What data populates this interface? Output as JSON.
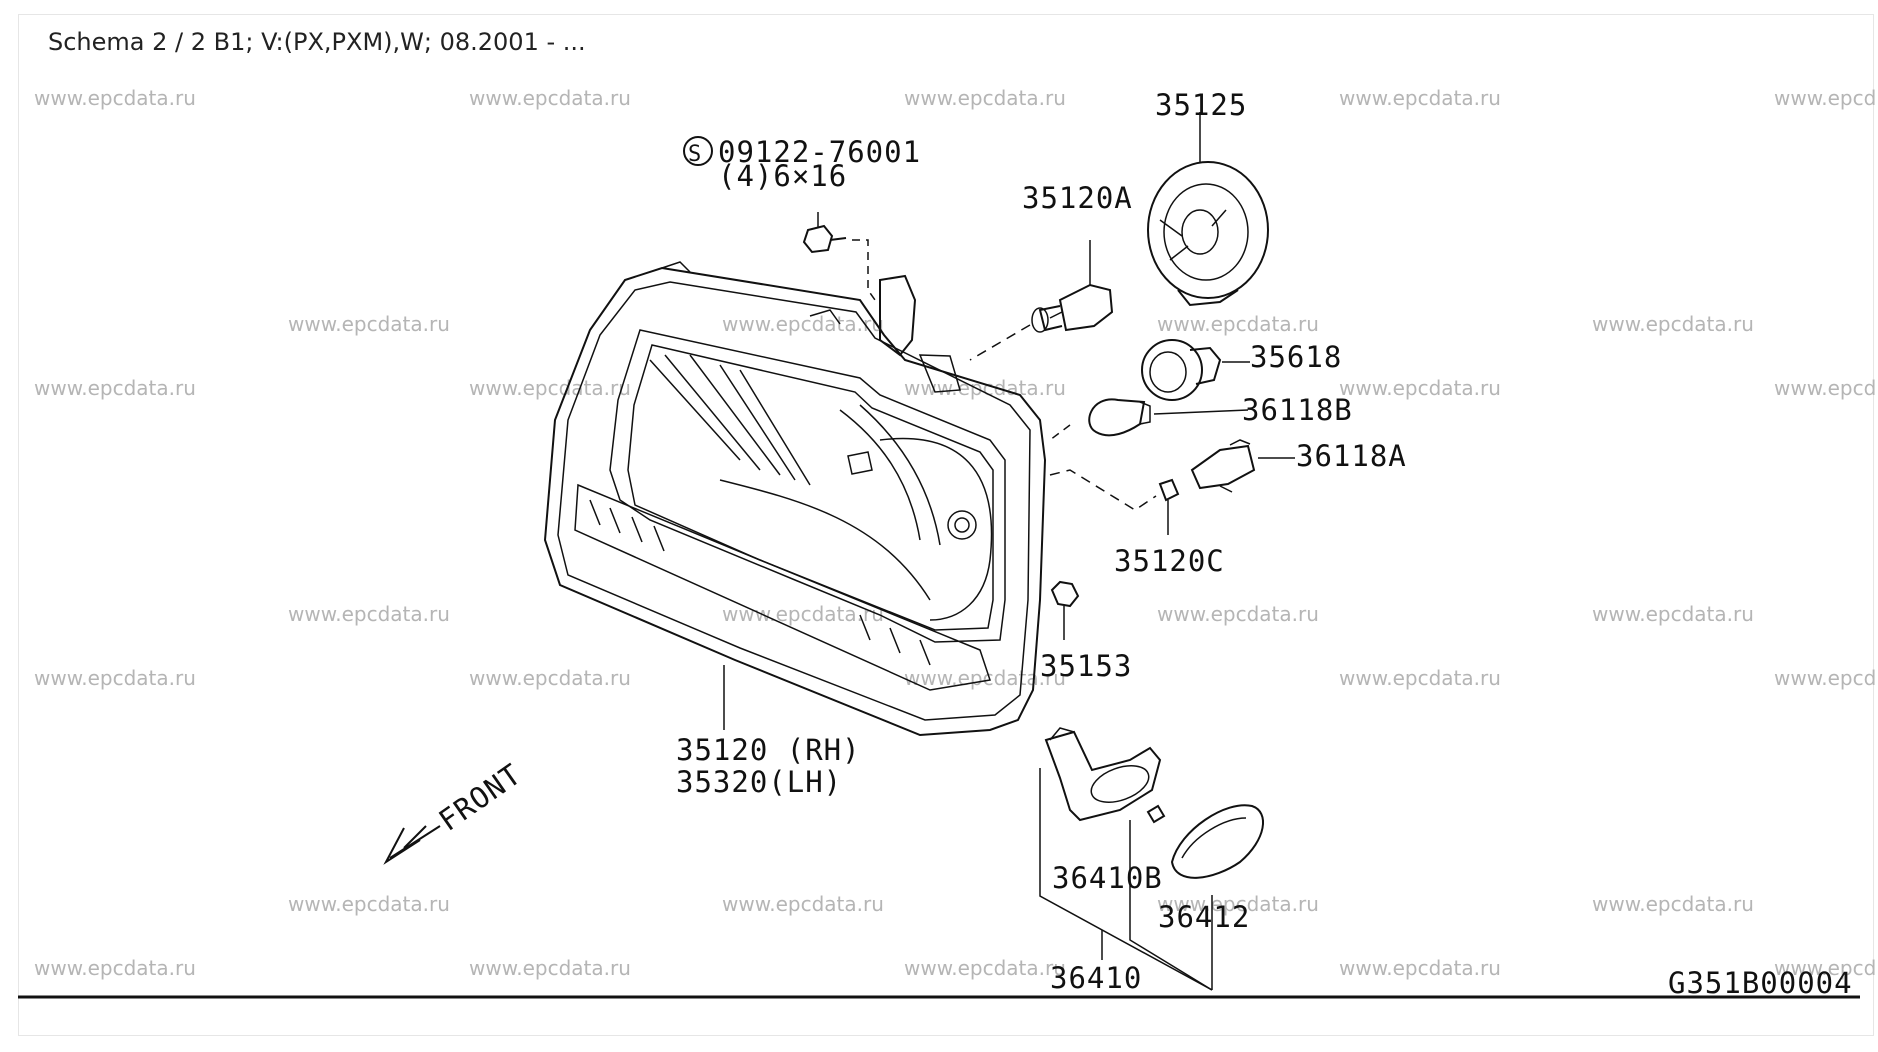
{
  "page": {
    "title": "Schema 2 / 2 B1; V:(PX,PXM),W; 08.2001 - ..."
  },
  "watermark": {
    "text": "www.epcdata.ru",
    "text_cut": "www.epcd"
  },
  "diagram": {
    "code": "G351B00004",
    "front_label": "FRONT",
    "parts": {
      "screw": "09122-76001",
      "screw_spec": "(4)6×16",
      "screw_symbol": "S",
      "socket": "35125",
      "bulb_main": "35120A",
      "socket_small": "35618",
      "bulb_small": "36118B",
      "socket_side": "36118A",
      "bulb_side": "35120C",
      "clip": "35153",
      "lamp_rh": "35120 (RH)",
      "lamp_lh": "35320(LH)",
      "side_bulb": "36410B",
      "side_lens": "36412",
      "side_lamp": "36410"
    }
  },
  "colors": {
    "line": "#111111",
    "watermark": "#b5b5b5",
    "background": "#ffffff"
  }
}
